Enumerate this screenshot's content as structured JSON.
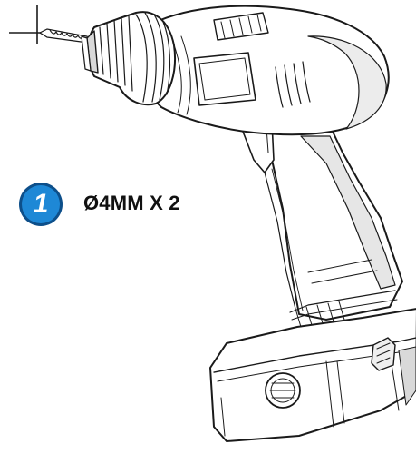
{
  "step": {
    "number": "1",
    "label": "Ø4MM X 2"
  },
  "icons": {
    "badge": "step-number-badge-icon",
    "drill": "cordless-drill-illustration",
    "crosshair": "crosshair-target-icon",
    "drill_bit": "drill-bit-icon"
  },
  "colors": {
    "badge_fill": "#1e88d6",
    "badge_outline": "#0d4f8a",
    "line": "#1a1a1a",
    "shade": "#d9d9d9",
    "light_shade": "#efefef"
  }
}
